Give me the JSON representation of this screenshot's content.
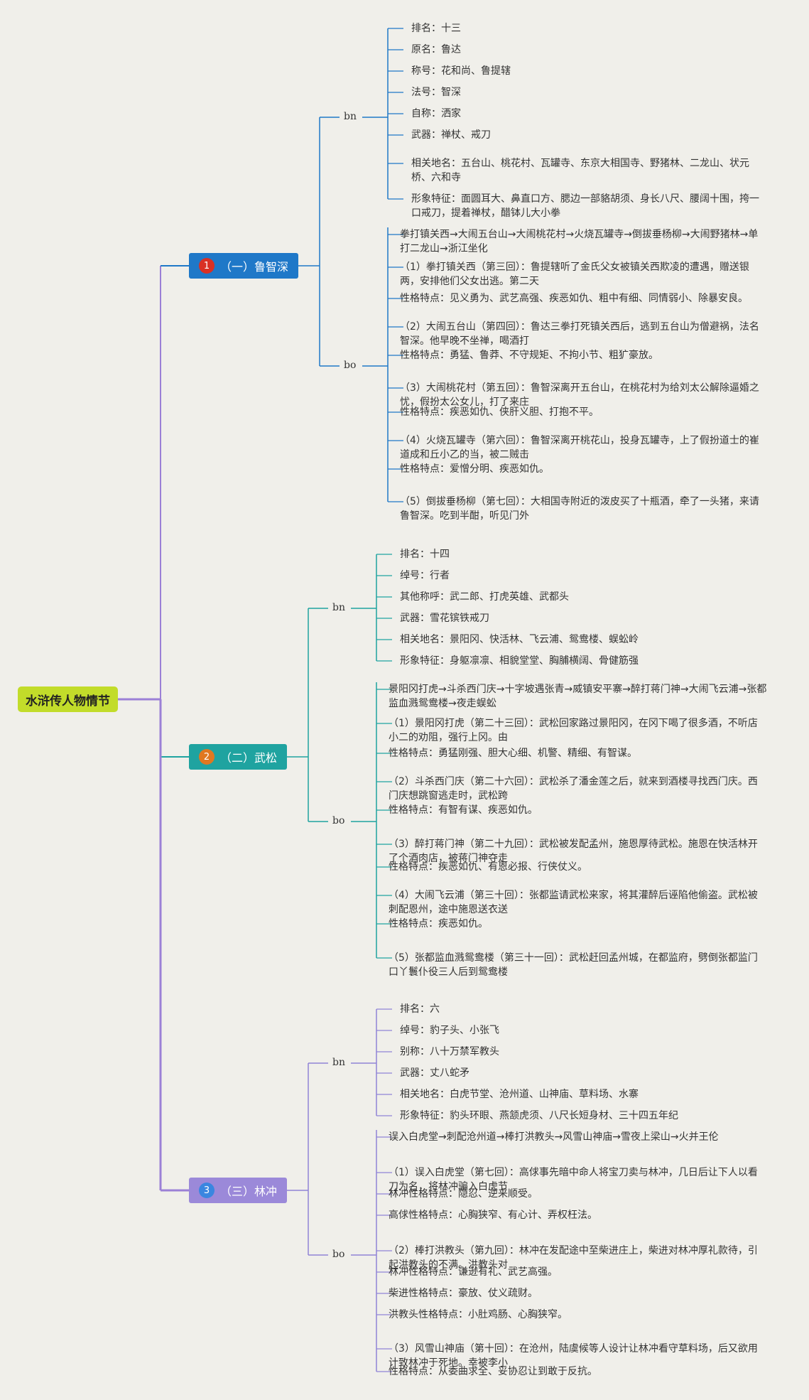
{
  "root": "水浒传人物情节",
  "colors": {
    "root": "#c2dc2a",
    "root_line": "#9b80d6",
    "g1_line": "#1f78c8",
    "g1_node": "#1f78c8",
    "g1_badge": "#d93025",
    "g2_line": "#1fa3a0",
    "g2_node": "#1fa3a0",
    "g2_badge": "#e07820",
    "g3_line": "#8f84d6",
    "g3_node": "#9b89d9",
    "g3_badge": "#3a86e0"
  },
  "groups": [
    {
      "num": "1",
      "title": "（一）鲁智深",
      "bn_label": "bn",
      "bo_label": "bo",
      "bn": [
        "排名：十三",
        "原名：鲁达",
        "称号：花和尚、鲁提辖",
        "法号：智深",
        "自称：洒家",
        "武器：禅杖、戒刀",
        "相关地名：五台山、桃花村、瓦罐寺、东京大相国寺、野猪林、二龙山、状元桥、六和寺",
        "形象特征：面圆耳大、鼻直口方、腮边一部貉胡须、身长八尺、腰阔十围，挎一口戒刀，提着禅杖，醋钵儿大小拳"
      ],
      "bo": [
        "拳打镇关西→大闹五台山→大闹桃花村→火烧瓦罐寺→倒拔垂杨柳→大闹野猪林→单打二龙山→浙江坐化",
        "（1）拳打镇关西（第三回）：鲁提辖听了金氏父女被镇关西欺凌的遭遇，赠送银两，安排他们父女出逃。第二天",
        "性格特点：见义勇为、武艺高强、疾恶如仇、粗中有细、同情弱小、除暴安良。",
        "（2）大闹五台山（第四回）：鲁达三拳打死镇关西后，逃到五台山为僧避祸，法名智深。他早晚不坐禅，喝酒打",
        "性格特点：勇猛、鲁莽、不守规矩、不拘小节、粗犷豪放。",
        "（3）大闹桃花村（第五回）：鲁智深离开五台山，在桃花村为给刘太公解除逼婚之忧，假扮太公女儿，打了来庄",
        "性格特点：疾恶如仇、侠肝义胆、打抱不平。",
        "（4）火烧瓦罐寺（第六回）：鲁智深离开桃花山，投身瓦罐寺，上了假扮道士的崔道成和丘小乙的当，被二贼击",
        "性格特点：爱憎分明、疾恶如仇。",
        "（5）倒拔垂杨柳（第七回）：大相国寺附近的泼皮买了十瓶酒，牵了一头猪，来请鲁智深。吃到半酣，听见门外"
      ]
    },
    {
      "num": "2",
      "title": "（二）武松",
      "bn_label": "bn",
      "bo_label": "bo",
      "bn": [
        "排名：十四",
        "绰号：行者",
        "其他称呼：武二郎、打虎英雄、武都头",
        "武器：雪花镔铁戒刀",
        "相关地名：景阳冈、快活林、飞云浦、鸳鸯楼、蜈蚣岭",
        "形象特征：身躯凛凛、相貌堂堂、胸脯横阔、骨健筋强"
      ],
      "bo": [
        "景阳冈打虎→斗杀西门庆→十字坡遇张青→威镇安平寨→醉打蒋门神→大闹飞云浦→张都监血溅鸳鸯楼→夜走蜈蚣",
        "（1）景阳冈打虎（第二十三回）：武松回家路过景阳冈，在冈下喝了很多酒，不听店小二的劝阻，强行上冈。由",
        "性格特点：勇猛刚强、胆大心细、机警、精细、有智谋。",
        "（2）斗杀西门庆（第二十六回）：武松杀了潘金莲之后，就来到酒楼寻找西门庆。西门庆想跳窗逃走时，武松跨",
        "性格特点：有智有谋、疾恶如仇。",
        "（3）醉打蒋门神（第二十九回）：武松被发配孟州，施恩厚待武松。施恩在快活林开了个酒肉店，被蒋门神夺走",
        "性格特点：疾恶如仇、有恩必报、行侠仗义。",
        "（4）大闹飞云浦（第三十回）：张都监请武松来家，将其灌醉后诬陷他偷盗。武松被刺配恩州，途中施恩送衣送",
        "性格特点：疾恶如仇。",
        "（5）张都监血溅鸳鸯楼（第三十一回）：武松赶回孟州城，在都监府，劈倒张都监门口丫鬟仆役三人后到鸳鸯楼"
      ]
    },
    {
      "num": "3",
      "title": "（三）林冲",
      "bn_label": "bn",
      "bo_label": "bo",
      "bn": [
        "排名：六",
        "绰号：豹子头、小张飞",
        "别称：八十万禁军教头",
        "武器：丈八蛇矛",
        "相关地名：白虎节堂、沧州道、山神庙、草料场、水寨",
        "形象特征：豹头环眼、燕颔虎须、八尺长短身材、三十四五年纪"
      ],
      "bo": [
        "误入白虎堂→刺配沧州道→棒打洪教头→风雪山神庙→雪夜上梁山→火并王伦",
        "（1）误入白虎堂（第七回）：高俅事先暗中命人将宝刀卖与林冲，几日后让下人以看刀为名，将林冲骗入白虎节",
        "林冲性格特点：隐忍、逆来顺受。",
        "高俅性格特点：心胸狭窄、有心计、弄权枉法。",
        "（2）棒打洪教头（第九回）：林冲在发配途中至柴进庄上，柴进对林冲厚礼款待，引起洪教头的不满。洪教头对",
        "林冲性格特点：谦逊有礼、武艺高强。",
        "柴进性格特点：豪放、仗义疏财。",
        "洪教头性格特点：小肚鸡肠、心胸狭窄。",
        "（3）风雪山神庙（第十回）：在沧州，陆虞候等人设计让林冲看守草料场，后又欲用计致林冲于死地。幸被李小",
        "性格特点：从委曲求全、妥协忍让到敢于反抗。"
      ]
    }
  ]
}
